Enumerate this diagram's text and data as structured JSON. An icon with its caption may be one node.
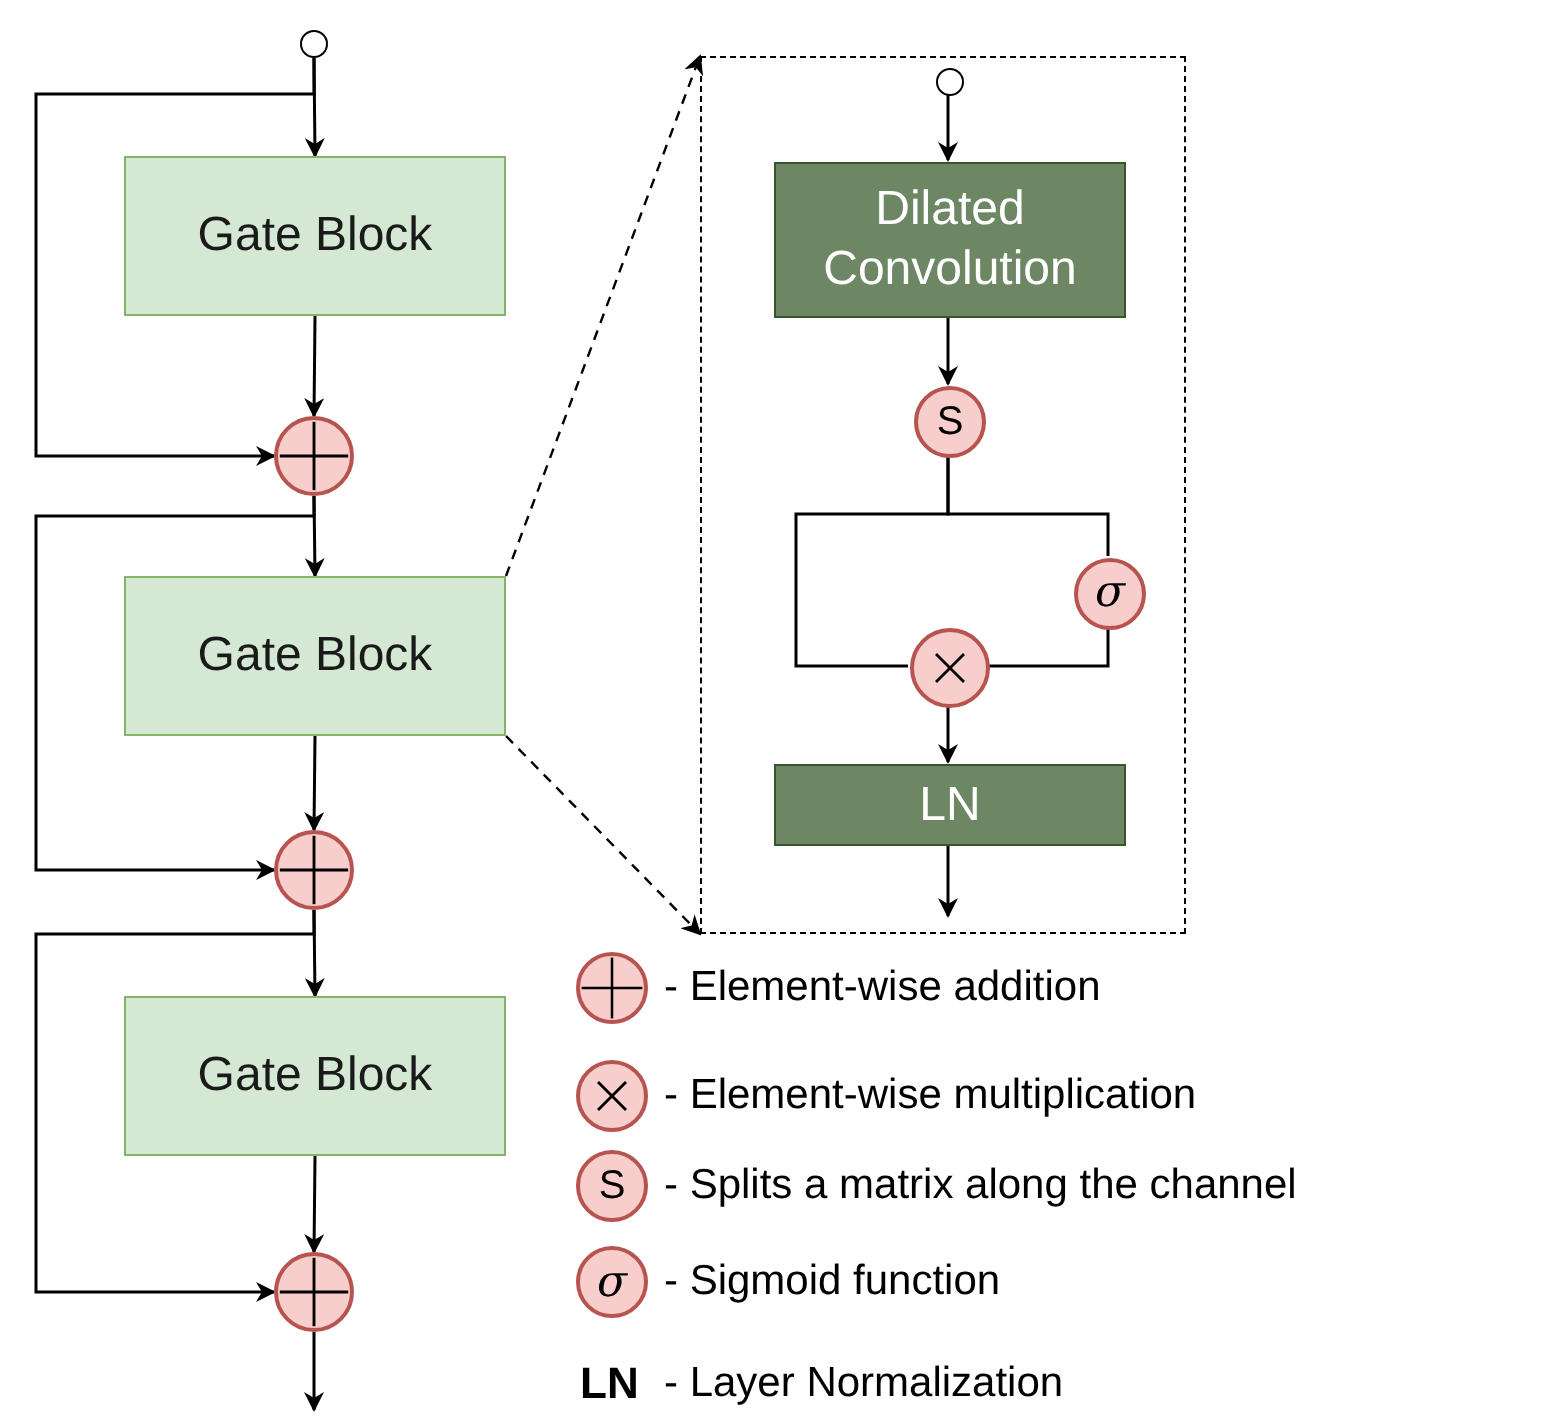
{
  "diagram": {
    "nodes": [
      {
        "text": [],
        "shape": "circle"
      },
      {
        "text": [
          "Gate Block"
        ]
      },
      {
        "text": [],
        "shape": "circle"
      },
      {
        "text": [
          "Gate Block"
        ]
      },
      {
        "text": [],
        "shape": "circle"
      },
      {
        "text": [
          "Gate Block"
        ]
      },
      {
        "text": [],
        "shape": "circle"
      },
      {
        "text": [],
        "shape": "box"
      },
      {
        "text": [],
        "shape": "circle",
        "in": 7
      },
      {
        "text": [
          "Dilated Convolution"
        ],
        "in": 7
      },
      {
        "text": [
          "S"
        ],
        "in": 7
      },
      {
        "text": [
          "σ"
        ],
        "in": 7
      },
      {
        "text": [],
        "shape": "circle",
        "in": 7
      },
      {
        "text": [
          "LN"
        ],
        "in": 7
      }
    ],
    "edges": [
      {
        "from": 0,
        "to": 1,
        "arrow": "to"
      },
      {
        "from": 0,
        "to": 2,
        "arrow": "to"
      },
      {
        "from": 1,
        "to": 2,
        "arrow": "to"
      },
      {
        "from": 2,
        "to": 3,
        "arrow": "to"
      },
      {
        "from": 2,
        "to": 4,
        "arrow": "to"
      },
      {
        "from": 3,
        "to": 4,
        "arrow": "to"
      },
      {
        "from": 4,
        "to": 5,
        "arrow": "to"
      },
      {
        "from": 4,
        "to": 6,
        "arrow": "to"
      },
      {
        "from": 5,
        "to": 6,
        "arrow": "to"
      },
      {
        "from": 6,
        "to": null,
        "arrow": "to"
      },
      {
        "from": 3,
        "to": 7,
        "arrow": "to",
        "style": "dashed"
      },
      {
        "from": 3,
        "to": 7,
        "arrow": "to",
        "style": "dashed"
      },
      {
        "from": 8,
        "to": 9,
        "arrow": "to"
      },
      {
        "from": 9,
        "to": 10,
        "arrow": "to"
      },
      {
        "from": 10,
        "to": 12,
        "arrow": "none"
      },
      {
        "from": 10,
        "to": 11,
        "arrow": "none"
      },
      {
        "from": 11,
        "to": 12,
        "arrow": "none"
      },
      {
        "from": 12,
        "to": 13,
        "arrow": "to"
      },
      {
        "from": 13,
        "to": null,
        "arrow": "to"
      }
    ],
    "labels": [
      "S",
      "σ",
      "LN"
    ],
    "legend": [
      {
        "text": "- Element-wise addition"
      },
      {
        "text": "- Element-wise multiplication"
      },
      {
        "text": "- Splits a matrix along the channel"
      },
      {
        "text": "- Sigmoid function"
      },
      {
        "text": "- Layer Normalization"
      }
    ]
  }
}
